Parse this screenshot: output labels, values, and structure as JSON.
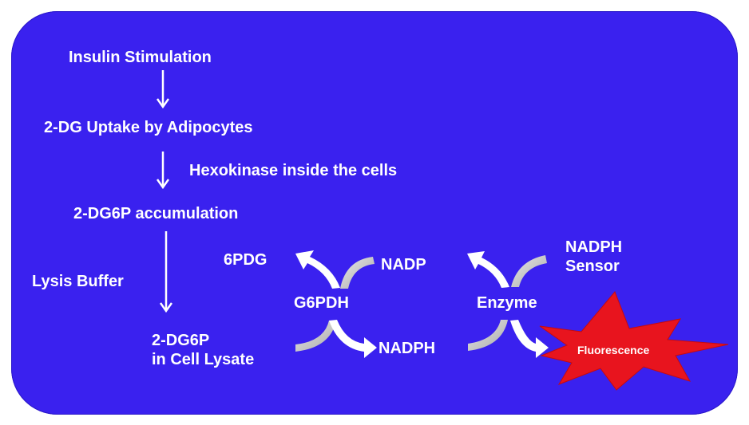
{
  "colors": {
    "panel": "#3a21ef",
    "text": "#ffffff",
    "arrow": "#ffffff",
    "curve": "#c8c8c8",
    "burst": "#e8141e"
  },
  "steps": {
    "insulin": "Insulin Stimulation",
    "uptake": "2-DG Uptake by Adipocytes",
    "hexokinase": "Hexokinase inside the cells",
    "accumulation": "2-DG6P accumulation",
    "lysis": "Lysis Buffer",
    "lysate_line1": "2-DG6P",
    "lysate_line2": "in Cell Lysate"
  },
  "reaction1": {
    "enzyme": "G6PDH",
    "product": "6PDG",
    "cofactor_in": "NADP",
    "cofactor_out": "NADPH"
  },
  "reaction2": {
    "enzyme": "Enzyme",
    "sensor_line1": "NADPH",
    "sensor_line2": "Sensor",
    "output": "Fluorescence"
  },
  "icons": [
    "arrow-down-icon",
    "curved-arrow-icon",
    "starburst-icon"
  ]
}
